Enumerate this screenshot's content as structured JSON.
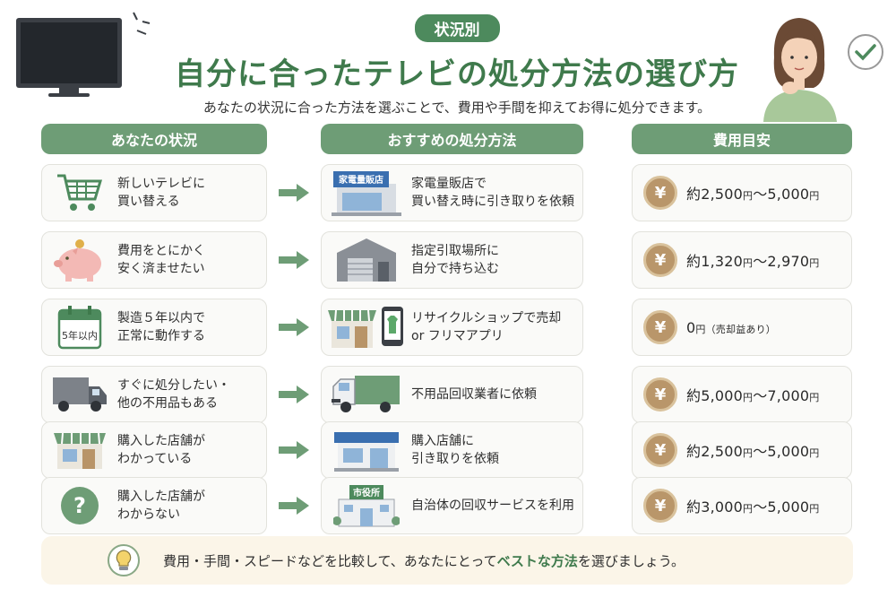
{
  "header": {
    "badge": "状況別",
    "title": "自分に合ったテレビの処分方法の選び方",
    "subtitle": "あなたの状況に合った方法を選ぶことで、費用や手間を抑えてお得に処分できます。"
  },
  "columns": {
    "situation": "あなたの状況",
    "method": "おすすめの処分方法",
    "cost": "費用目安"
  },
  "rows": [
    {
      "situation": [
        "新しいテレビに",
        "買い替える"
      ],
      "method": [
        "家電量販店で",
        "買い替え時に引き取りを依頼"
      ],
      "sign": "家電量販店",
      "cost": {
        "prefix": "約",
        "a": "2,500",
        "unit_a": "円",
        "sep": "～",
        "b": "5,000",
        "unit_b": "円"
      }
    },
    {
      "situation": [
        "費用をとにかく",
        "安く済ませたい"
      ],
      "method": [
        "指定引取場所に",
        "自分で持ち込む"
      ],
      "cost": {
        "prefix": "約",
        "a": "1,320",
        "unit_a": "円",
        "sep": "～",
        "b": "2,970",
        "unit_b": "円"
      }
    },
    {
      "situation": [
        "製造５年以内で",
        "正常に動作する"
      ],
      "calendar": "5年以内",
      "method": [
        "リサイクルショップで売却",
        "or フリマアプリ"
      ],
      "cost": {
        "prefix": "",
        "a": "0",
        "unit_a": "円",
        "sep": "",
        "b": "（売却益あり）",
        "unit_b": ""
      }
    },
    {
      "situation": [
        "すぐに処分したい・",
        "他の不用品もある"
      ],
      "method": [
        "不用品回収業者に依頼"
      ],
      "cost": {
        "prefix": "約",
        "a": "5,000",
        "unit_a": "円",
        "sep": "～",
        "b": "7,000",
        "unit_b": "円"
      }
    },
    {
      "situation": [
        "購入した店舗が",
        "わかっている"
      ],
      "method": [
        "購入店舗に",
        "引き取りを依頼"
      ],
      "cost": {
        "prefix": "約",
        "a": "2,500",
        "unit_a": "円",
        "sep": "～",
        "b": "5,000",
        "unit_b": "円"
      }
    },
    {
      "situation": [
        "購入した店舗が",
        "わからない"
      ],
      "sign": "市役所",
      "method": [
        "自治体の回収サービスを利用"
      ],
      "cost": {
        "prefix": "約",
        "a": "3,000",
        "unit_a": "円",
        "sep": "～",
        "b": "5,000",
        "unit_b": "円"
      }
    }
  ],
  "yen_symbol": "¥",
  "question_mark": "?",
  "footer": {
    "text_before": "費用・手間・スピードなどを比較して、あなたにとって",
    "highlight": "ベストな方法",
    "text_after": "を選びましょう。"
  },
  "colors": {
    "green": "#4d8a5d",
    "header_green": "#6e9d76",
    "yen": "#b9966a",
    "footer_bg": "#fbf5e8"
  }
}
